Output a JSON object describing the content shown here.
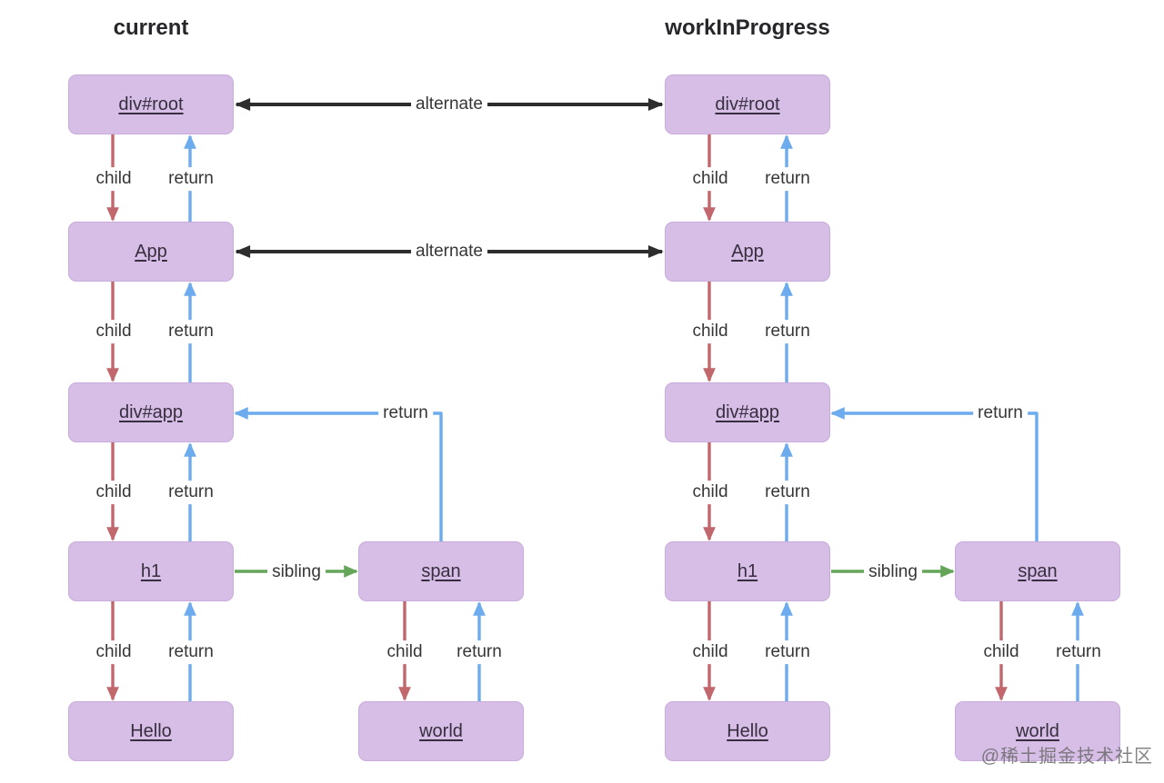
{
  "titles": {
    "current": "current",
    "work_in_progress": "workInProgress"
  },
  "nodes": {
    "current": {
      "root": "div#root",
      "app": "App",
      "div_app": "div#app",
      "h1": "h1",
      "hello": "Hello",
      "span": "span",
      "world": "world"
    },
    "work_in_progress": {
      "root": "div#root",
      "app": "App",
      "div_app": "div#app",
      "h1": "h1",
      "hello": "Hello",
      "span": "span",
      "world": "world"
    }
  },
  "labels": {
    "child": "child",
    "return": "return",
    "sibling": "sibling",
    "alternate": "alternate"
  },
  "watermark": "@稀土掘金技术社区",
  "colors": {
    "background": "#ffffff",
    "node_fill": "#d6bee6",
    "node_border": "#c9abdc",
    "node_text": "#372e3f",
    "child_arrow": "#c2686d",
    "return_arrow": "#6cabee",
    "sibling_arrow": "#64a55a",
    "alternate_arrow": "#2d2d2d",
    "edge_label_text": "#363636",
    "title_text": "#27272b",
    "watermark_text": "#666666"
  }
}
